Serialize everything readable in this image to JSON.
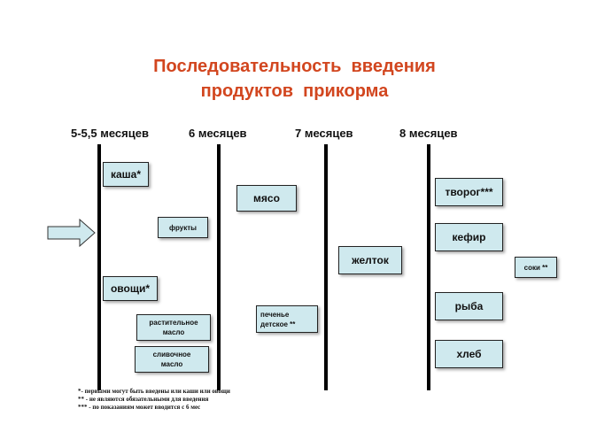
{
  "title": {
    "line1": "Последовательность  введения",
    "line2": "продуктов  прикорма"
  },
  "columns": [
    {
      "label": "5-5,5 месяцев"
    },
    {
      "label": "6 месяцев"
    },
    {
      "label": "7 месяцев"
    },
    {
      "label": "8 месяцев"
    }
  ],
  "products": {
    "kasha": "каша*",
    "frukty": "фрукты",
    "ovoshi": "овощи*",
    "rastitelnoe_line1": "растительное",
    "rastitelnoe_line2": "масло",
    "slivochnoe_line1": "сливочное",
    "slivochnoe_line2": "масло",
    "myaso": "мясо",
    "pechenie_line1": "печенье",
    "pechenie_line2": "детское **",
    "zheltok": "желток",
    "tvorog": "творог***",
    "kefir": "кефир",
    "soki": "соки **",
    "ryba": "рыба",
    "hleb": "хлеб"
  },
  "footnotes": [
    "*- первыми могут быть введены или каши или овощи",
    "** - не являются обязательными для введения",
    "*** - по показаниям может вводится  с 6 мес"
  ],
  "colors": {
    "title": "#d2461f",
    "box_fill": "#cfe9ee",
    "arrow_fill": "#cfe9ee"
  }
}
